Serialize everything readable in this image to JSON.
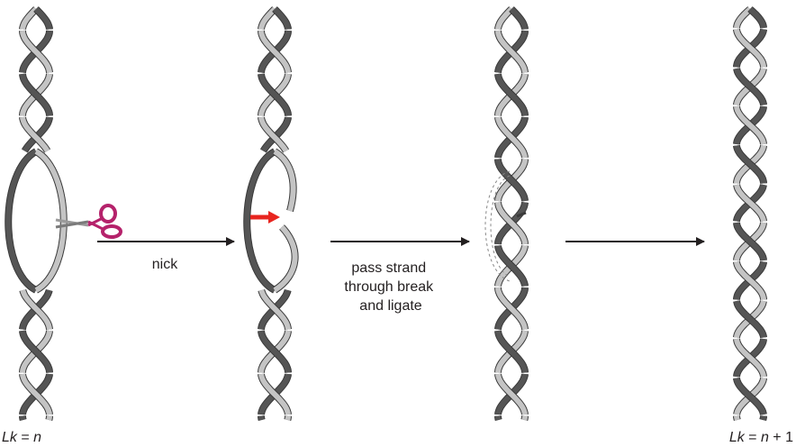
{
  "steps": [
    {
      "caption": "nick"
    },
    {
      "caption_lines": [
        "pass strand",
        "through break",
        "and ligate"
      ]
    }
  ],
  "linking": {
    "start": {
      "symbol": "Lk",
      "eq": " = ",
      "value": "n",
      "suffix": ""
    },
    "end": {
      "symbol": "Lk",
      "eq": " = ",
      "value": "n",
      "suffix": " + 1"
    }
  },
  "colors": {
    "strand_dark": "#555555",
    "strand_light": "#c4c4c4",
    "strand_outline": "#3a3a3a",
    "arrow": "#231f20",
    "nick_marker": "#e8251f",
    "scissors": "#b5226b"
  },
  "icons": {
    "cut": "scissors-icon",
    "nick": "red-arrow-icon"
  }
}
